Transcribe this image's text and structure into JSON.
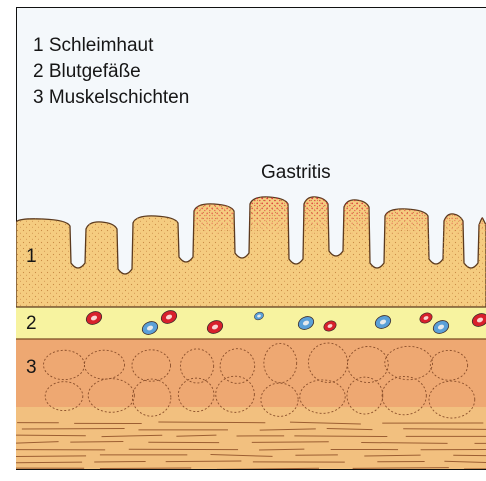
{
  "legend": {
    "item1": "1 Schleimhaut",
    "item2": "2 Blutgefäße",
    "item3": "3 Muskelschichten"
  },
  "label_gastritis": "Gastritis",
  "layer_labels": {
    "mucosa": "1",
    "vessels": "2",
    "muscle": "3"
  },
  "colors": {
    "background": "#f4f8fb",
    "mucosa": "#f5cc80",
    "mucosa_dots": "#c98a45",
    "vessel_band": "#f7f3a0",
    "muscle_upper": "#eea872",
    "muscle_lower": "#f2c07f",
    "fiber_line": "#9c5e32",
    "inflammation": "#e0303a",
    "blood_red": "#d8202c",
    "blood_blue": "#5aa0d8"
  },
  "icons": {
    "red_blood_vessel": "red-vessel-icon",
    "blue_blood_vessel": "blue-vessel-icon"
  }
}
